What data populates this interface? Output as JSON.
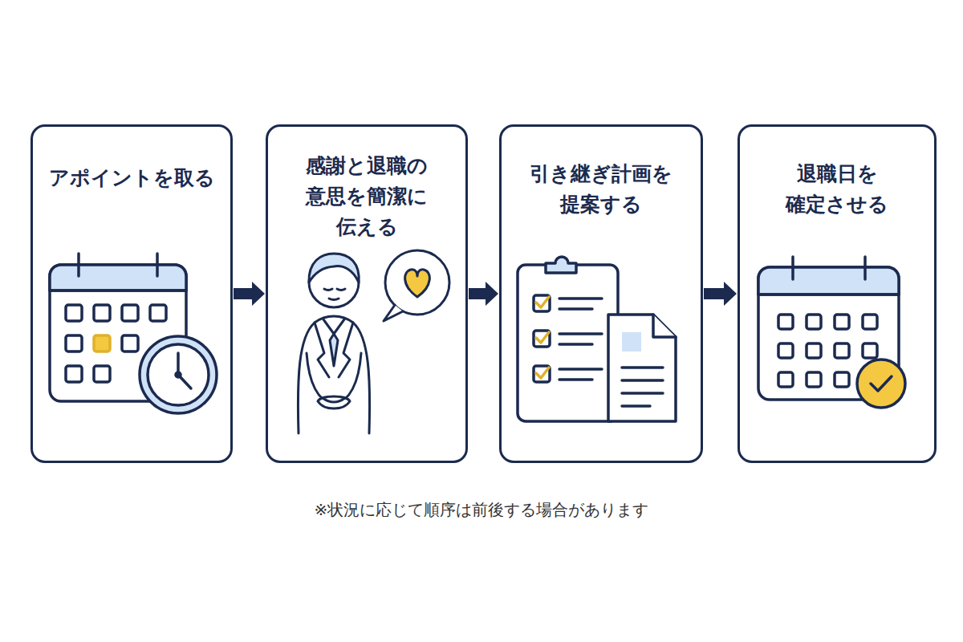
{
  "diagram": {
    "caption": "※状況に応じて順序は前後する場合があります",
    "nodes": [
      {
        "text": [
          "アポイントを取る"
        ]
      },
      {
        "text": [
          "感謝と退職の 意思を簡潔に 伝える"
        ]
      },
      {
        "text": [
          "引き継ぎ計画を 提案する"
        ]
      },
      {
        "text": [
          "退職日を 確定させる"
        ]
      }
    ],
    "edges": [
      {
        "from": 0,
        "to": 1,
        "arrow": "to"
      },
      {
        "from": 1,
        "to": 2,
        "arrow": "to"
      },
      {
        "from": 2,
        "to": 3,
        "arrow": "to"
      }
    ]
  }
}
